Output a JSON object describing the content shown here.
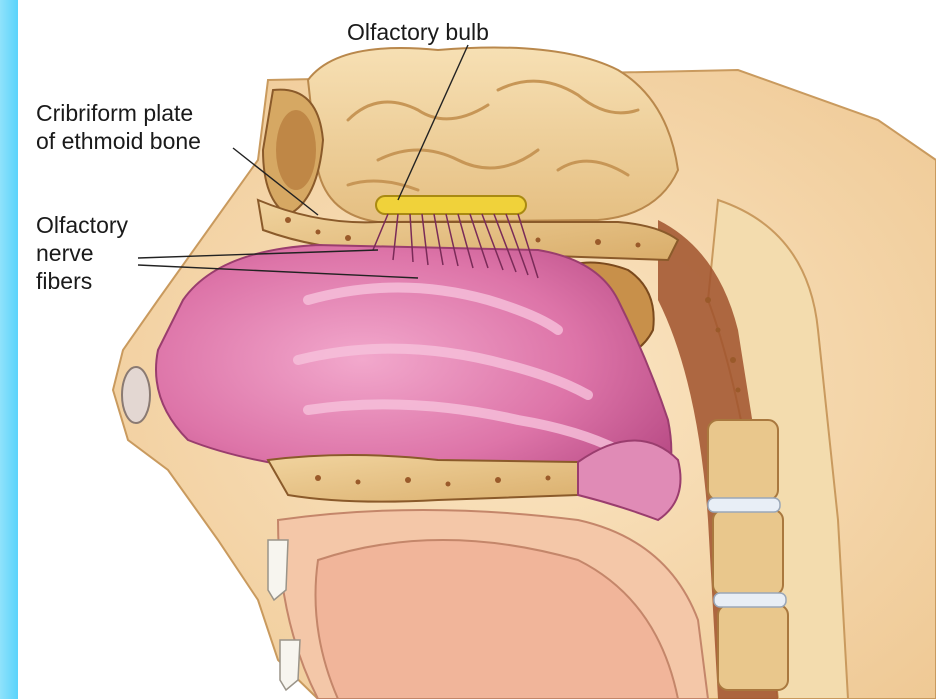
{
  "labels": {
    "olfactory_bulb": "Olfactory bulb",
    "cribriform_line1": "Cribriform plate",
    "cribriform_line2": "of ethmoid bone",
    "fibers_line1": "Olfactory",
    "fibers_line2": "nerve",
    "fibers_line3": "fibers"
  },
  "colors": {
    "border": "#5ad3fb",
    "skin": "#f6d7a8",
    "bone": "#e8c58a",
    "brain": "#f2d19e",
    "mucosa": "#d9669e",
    "bulb": "#f0d23a"
  }
}
